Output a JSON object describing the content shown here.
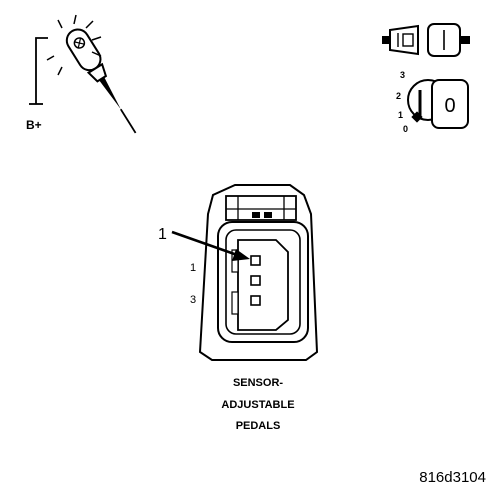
{
  "probe": {
    "supply_label": "B+"
  },
  "ignition": {
    "positions": [
      "3",
      "2",
      "1",
      "0"
    ],
    "key_label": "0"
  },
  "connector": {
    "callout_number": "1",
    "pin_labels": [
      "1",
      "3"
    ],
    "caption_lines": [
      "SENSOR-",
      "ADJUSTABLE",
      "PEDALS"
    ]
  },
  "figure_id": "816d3104",
  "colors": {
    "ink": "#000000",
    "paper": "#ffffff"
  }
}
